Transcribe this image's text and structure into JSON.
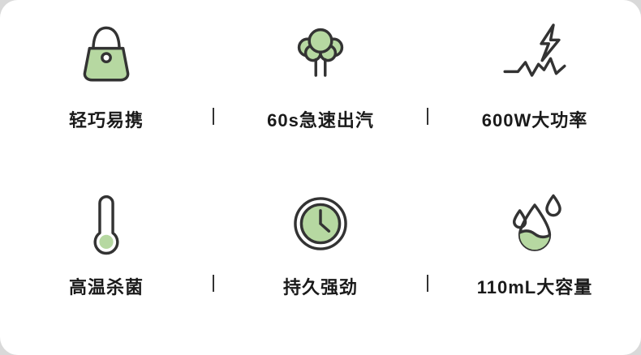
{
  "page": {
    "colors": {
      "background": "#d9d9d9",
      "card": "#ffffff",
      "accent_green": "#b6d8a1",
      "line": "#333333",
      "text": "#1a1a1a"
    }
  },
  "features": [
    {
      "icon": "handbag-icon",
      "label": "轻巧易携"
    },
    {
      "icon": "steam-burst-icon",
      "label": "60s急速出汽"
    },
    {
      "icon": "lightning-wave-icon",
      "label": "600W大功率"
    },
    {
      "icon": "thermometer-icon",
      "label": "高温杀菌"
    },
    {
      "icon": "clock-icon",
      "label": "持久强劲"
    },
    {
      "icon": "water-drops-icon",
      "label": "110mL大容量"
    }
  ]
}
